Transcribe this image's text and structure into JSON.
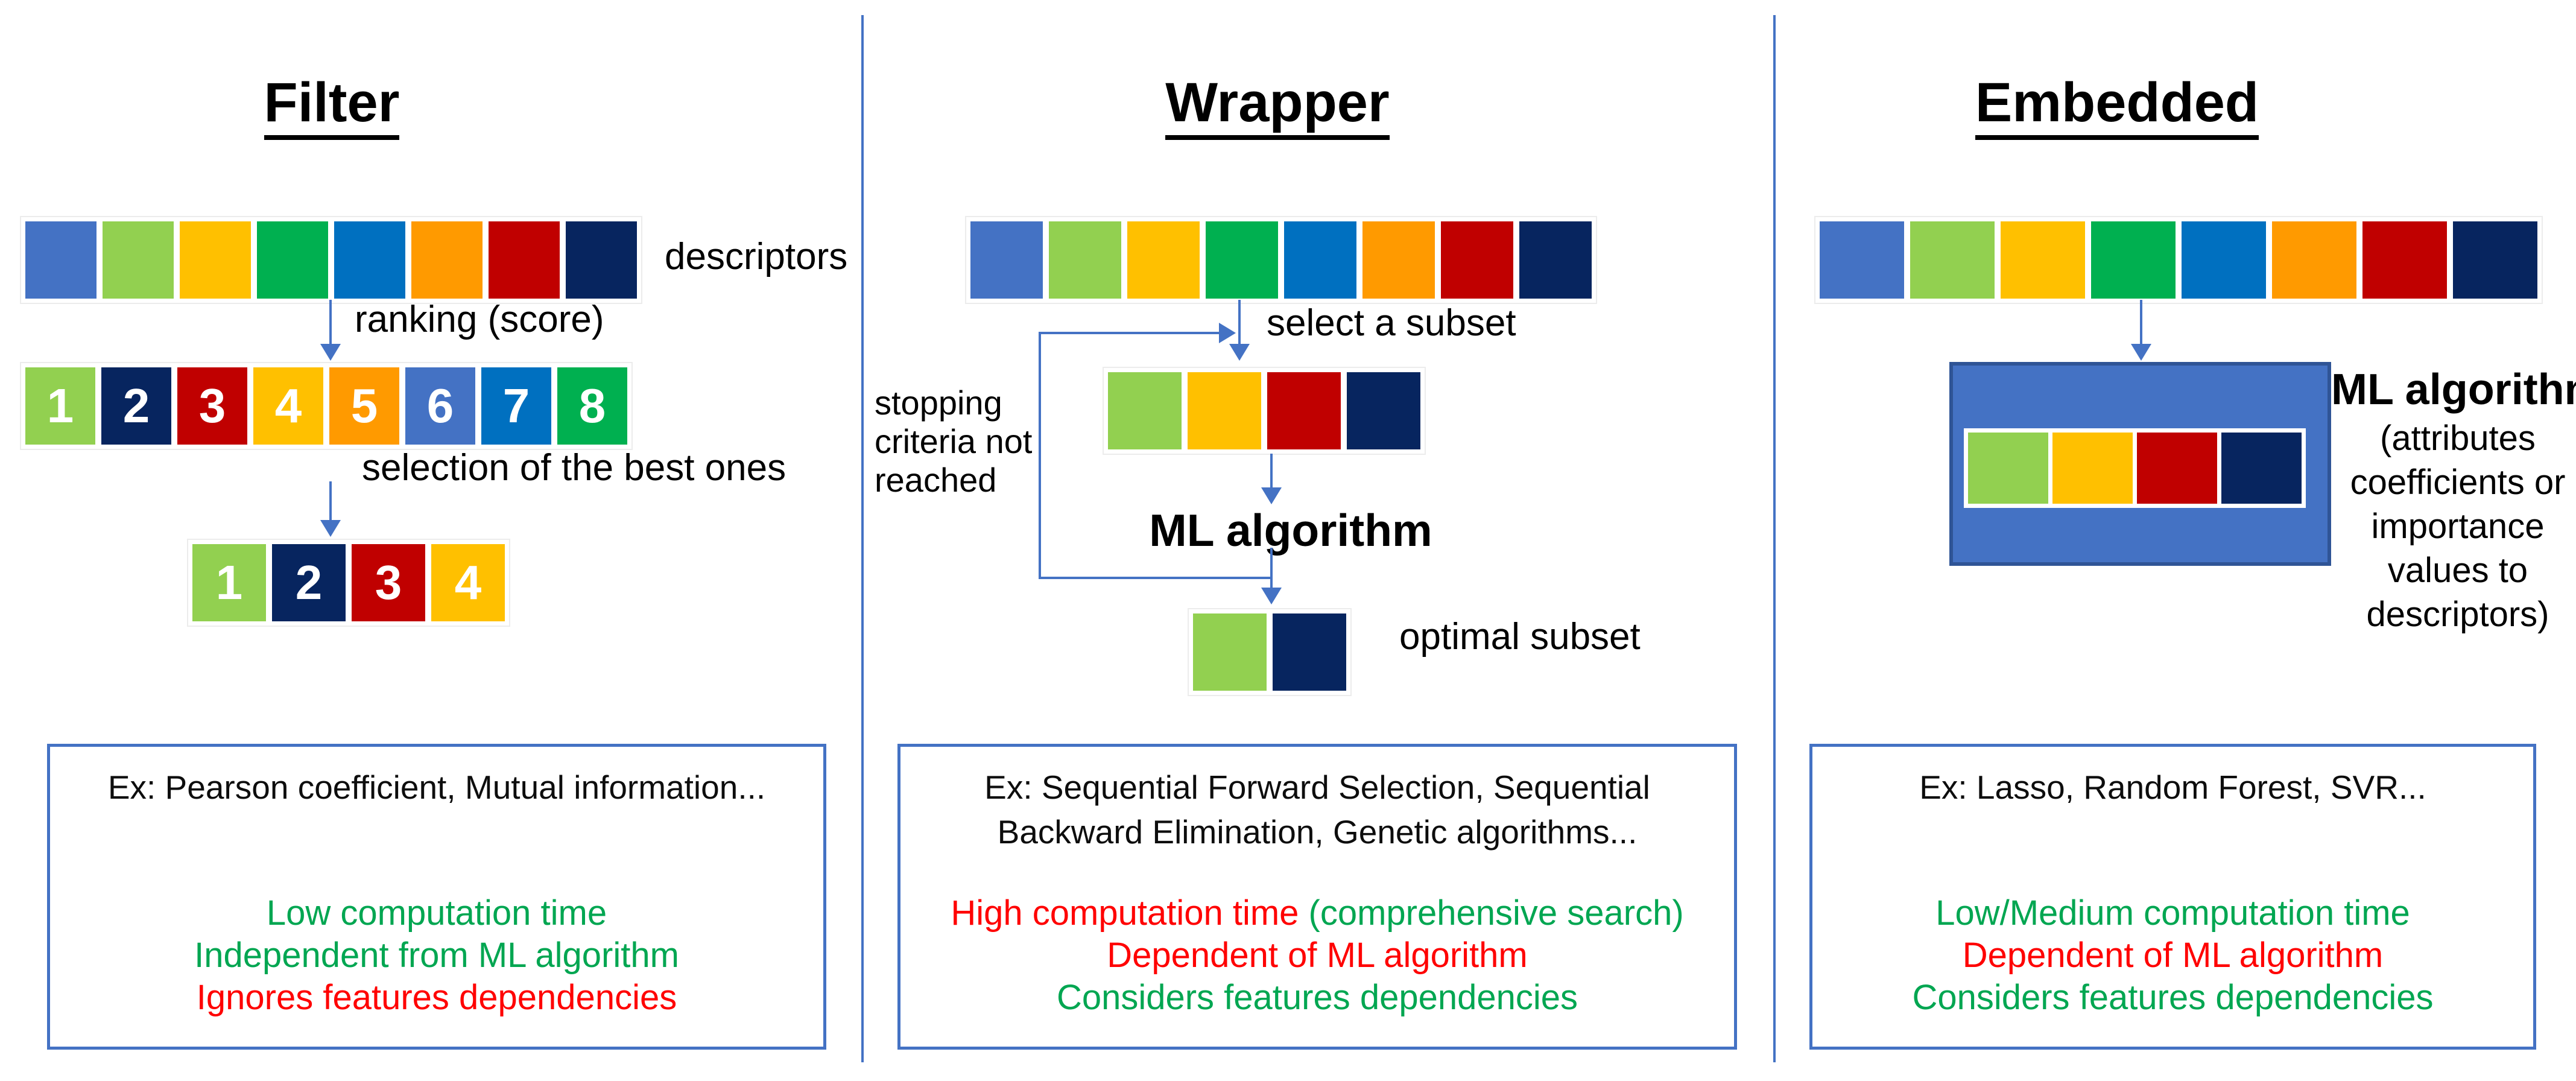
{
  "palette": {
    "medblue": "#4472C4",
    "lightgreen": "#92D050",
    "gold": "#FFC000",
    "green": "#00B050",
    "blue": "#0070C0",
    "orange": "#FF9A00",
    "red": "#C00000",
    "navy": "#07255F"
  },
  "text_colors": {
    "positive": "#00A651",
    "negative": "#FF0000",
    "plain": "#0d0d0d"
  },
  "accent": {
    "connector": "#4472C4",
    "box_border": "#4472C4",
    "ml_box_border": "#2F5496"
  },
  "filter": {
    "title": "Filter",
    "descriptors_label": "descriptors",
    "ranking_label": "ranking (score)",
    "selection_label": "selection of the best ones",
    "descriptor_row": [
      {
        "color": "medblue"
      },
      {
        "color": "lightgreen"
      },
      {
        "color": "gold"
      },
      {
        "color": "green"
      },
      {
        "color": "blue"
      },
      {
        "color": "orange"
      },
      {
        "color": "red"
      },
      {
        "color": "navy"
      }
    ],
    "ranked_row": [
      {
        "color": "lightgreen",
        "label": "1"
      },
      {
        "color": "navy",
        "label": "2"
      },
      {
        "color": "red",
        "label": "3"
      },
      {
        "color": "gold",
        "label": "4"
      },
      {
        "color": "orange",
        "label": "5"
      },
      {
        "color": "medblue",
        "label": "6"
      },
      {
        "color": "blue",
        "label": "7"
      },
      {
        "color": "green",
        "label": "8"
      }
    ],
    "selected_row": [
      {
        "color": "lightgreen",
        "label": "1"
      },
      {
        "color": "navy",
        "label": "2"
      },
      {
        "color": "red",
        "label": "3"
      },
      {
        "color": "gold",
        "label": "4"
      }
    ],
    "info_box": {
      "example_lines": [
        "Ex: Pearson coefficient, Mutual information..."
      ],
      "points": [
        [
          {
            "text": "Low computation time",
            "tone": "positive"
          }
        ],
        [
          {
            "text": "Independent from ML algorithm",
            "tone": "positive"
          }
        ],
        [
          {
            "text": "Ignores features dependencies",
            "tone": "negative"
          }
        ]
      ]
    }
  },
  "wrapper": {
    "title": "Wrapper",
    "select_label": "select a subset",
    "loop_label_lines": [
      "stopping",
      "criteria not",
      "reached"
    ],
    "ml_label": "ML algorithm",
    "optimal_label": "optimal subset",
    "descriptor_row": [
      {
        "color": "medblue"
      },
      {
        "color": "lightgreen"
      },
      {
        "color": "gold"
      },
      {
        "color": "green"
      },
      {
        "color": "blue"
      },
      {
        "color": "orange"
      },
      {
        "color": "red"
      },
      {
        "color": "navy"
      }
    ],
    "subset_row": [
      {
        "color": "lightgreen"
      },
      {
        "color": "gold"
      },
      {
        "color": "red"
      },
      {
        "color": "navy"
      }
    ],
    "optimal_row": [
      {
        "color": "lightgreen"
      },
      {
        "color": "navy"
      }
    ],
    "info_box": {
      "example_lines": [
        "Ex: Sequential Forward Selection, Sequential",
        "Backward Elimination, Genetic algorithms..."
      ],
      "points": [
        [
          {
            "text": "High computation time ",
            "tone": "negative"
          },
          {
            "text": "(comprehensive search)",
            "tone": "positive"
          }
        ],
        [
          {
            "text": "Dependent of ML algorithm",
            "tone": "negative"
          }
        ],
        [
          {
            "text": "Considers features dependencies",
            "tone": "positive"
          }
        ]
      ]
    }
  },
  "embedded": {
    "title": "Embedded",
    "ml_title": "ML algorithm",
    "ml_sub_lines": [
      "(attributes",
      "coefficients or",
      "importance",
      "values to",
      "descriptors)"
    ],
    "descriptor_row": [
      {
        "color": "medblue"
      },
      {
        "color": "lightgreen"
      },
      {
        "color": "gold"
      },
      {
        "color": "green"
      },
      {
        "color": "blue"
      },
      {
        "color": "orange"
      },
      {
        "color": "red"
      },
      {
        "color": "navy"
      }
    ],
    "inner_row": [
      {
        "color": "lightgreen"
      },
      {
        "color": "gold"
      },
      {
        "color": "red"
      },
      {
        "color": "navy"
      }
    ],
    "info_box": {
      "example_lines": [
        "Ex: Lasso, Random Forest, SVR..."
      ],
      "points": [
        [
          {
            "text": "Low/Medium computation time",
            "tone": "positive"
          }
        ],
        [
          {
            "text": "Dependent of ML algorithm",
            "tone": "negative"
          }
        ],
        [
          {
            "text": "Considers features dependencies",
            "tone": "positive"
          }
        ]
      ]
    }
  }
}
